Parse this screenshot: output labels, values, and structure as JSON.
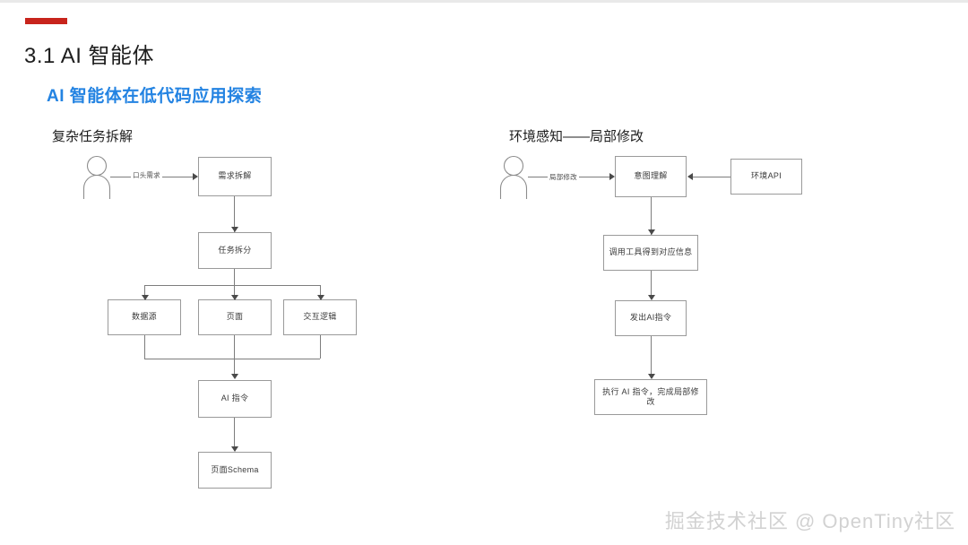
{
  "slide": {
    "title": "3.1 AI 智能体",
    "subtitle": "AI 智能体在低代码应用探索",
    "accent_color": "#c8241c",
    "subtitle_color": "#2383e2",
    "watermark": "掘金技术社区 @ OpenTiny社区"
  },
  "panels": [
    {
      "id": "complex-task-decomposition",
      "title": "复杂任务拆解",
      "actor_icon": "person-icon",
      "edges": [
        {
          "label": "口头需求"
        }
      ],
      "nodes": [
        {
          "id": "requirement-decomposition",
          "label": "需求拆解"
        },
        {
          "id": "task-split",
          "label": "任务拆分"
        },
        {
          "id": "data-source",
          "label": "数据源"
        },
        {
          "id": "page",
          "label": "页面"
        },
        {
          "id": "interaction-logic",
          "label": "交互逻辑"
        },
        {
          "id": "ai-instruction",
          "label": "AI 指令"
        },
        {
          "id": "page-schema",
          "label": "页面Schema"
        }
      ]
    },
    {
      "id": "environment-awareness",
      "title": "环境感知——局部修改",
      "actor_icon": "person-icon",
      "edges": [
        {
          "label": "局部修改"
        }
      ],
      "nodes": [
        {
          "id": "intent-understanding",
          "label": "意图理解"
        },
        {
          "id": "environment-api",
          "label": "环境API"
        },
        {
          "id": "call-tools",
          "label": "调用工具得到对应信息"
        },
        {
          "id": "issue-ai-instruction",
          "label": "发出AI指令"
        },
        {
          "id": "execute-ai-instruction",
          "label": "执行 AI 指令，完成局部修改"
        }
      ]
    }
  ]
}
